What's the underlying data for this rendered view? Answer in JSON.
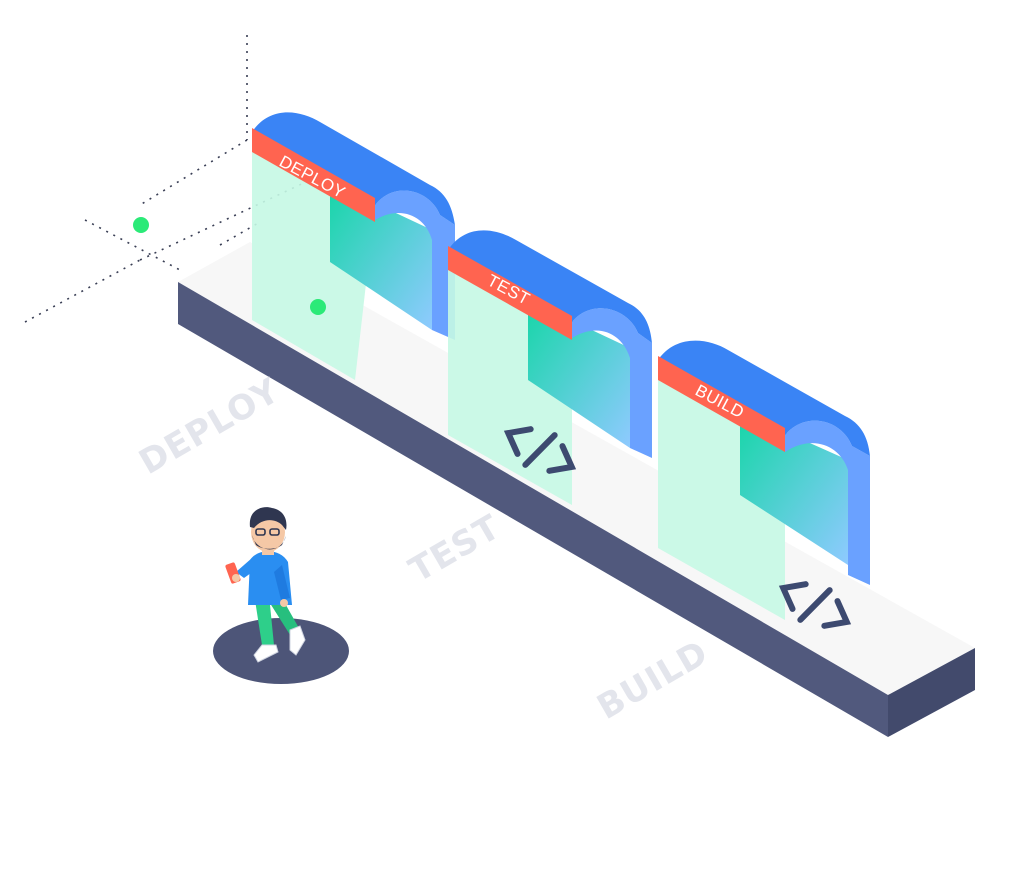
{
  "stages": [
    {
      "id": "deploy",
      "gate_label": "DEPLOY",
      "floor_label": "DEPLOY"
    },
    {
      "id": "test",
      "gate_label": "TEST",
      "floor_label": "TEST"
    },
    {
      "id": "build",
      "gate_label": "BUILD",
      "floor_label": "BUILD"
    }
  ],
  "icons": {
    "code": "code-icon",
    "dot": "status-dot",
    "person": "developer-figure",
    "phone": "phone-icon"
  },
  "colors": {
    "arch_top": "#3a84f5",
    "arch_side": "#6aa1ff",
    "banner": "#ff6450",
    "glass": "#c5f8e4",
    "gradient_start": "#16d6a7",
    "gradient_end": "#7fc6ff",
    "platform_top": "#f7f7f7",
    "platform_side": "#51597d",
    "platform_end": "#424a6c",
    "floor_text": "#e3e5ec",
    "dot": "#2bea78",
    "shadow": "#4d5578",
    "shirt": "#2a8ef1",
    "pants": "#2ecf8a"
  }
}
